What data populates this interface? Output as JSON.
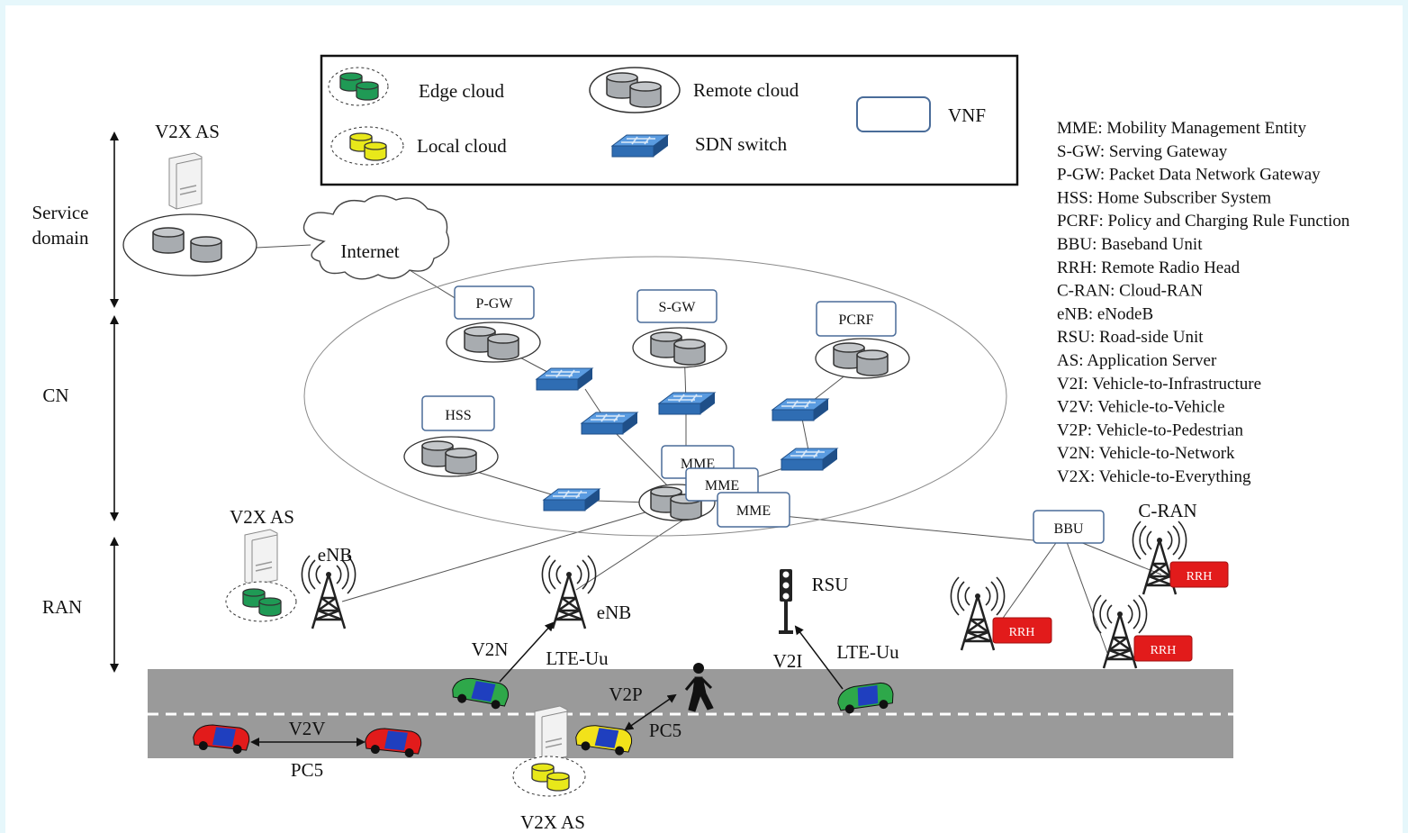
{
  "legend": {
    "edge_cloud": "Edge cloud",
    "remote_cloud": "Remote cloud",
    "vnf": "VNF",
    "local_cloud": "Local cloud",
    "sdn_switch": "SDN switch"
  },
  "domains": {
    "service": [
      "Service",
      "domain"
    ],
    "cn": "CN",
    "ran": "RAN"
  },
  "nodes": {
    "v2x_as_service": "V2X AS",
    "internet": "Internet",
    "pgw": "P-GW",
    "sgw": "S-GW",
    "pcrf": "PCRF",
    "hss": "HSS",
    "mme": "MME",
    "v2x_as_ran": "V2X AS",
    "enb_left": "eNB",
    "enb_mid": "eNB",
    "rsu": "RSU",
    "cran": "C-RAN",
    "bbu": "BBU",
    "rrh": "RRH",
    "v2x_as_road": "V2X AS"
  },
  "links": {
    "v2n": "V2N",
    "lte_uu_1": "LTE-Uu",
    "v2i": "V2I",
    "lte_uu_2": "LTE-Uu",
    "v2p": "V2P",
    "pc5_1": "PC5",
    "v2v": "V2V",
    "pc5_2": "PC5"
  },
  "abbreviations": [
    "MME: Mobility Management Entity",
    "S-GW: Serving Gateway",
    "P-GW: Packet Data Network Gateway",
    "HSS: Home Subscriber System",
    "PCRF: Policy and Charging Rule Function",
    "BBU: Baseband Unit",
    "RRH: Remote Radio Head",
    "C-RAN: Cloud-RAN",
    "eNB: eNodeB",
    "RSU: Road-side Unit",
    "AS: Application Server",
    "V2I: Vehicle-to-Infrastructure",
    "V2V: Vehicle-to-Vehicle",
    "V2P: Vehicle-to-Pedestrian",
    "V2N: Vehicle-to-Network",
    "V2X: Vehicle-to-Everything"
  ],
  "colors": {
    "background": "#e6f7fb",
    "road": "#9a9a9a",
    "switch": "#2f6db3",
    "edge": "#1f9a55",
    "local": "#e8e81a",
    "remote": "#a8acb0",
    "rrh": "#e21b1b"
  }
}
